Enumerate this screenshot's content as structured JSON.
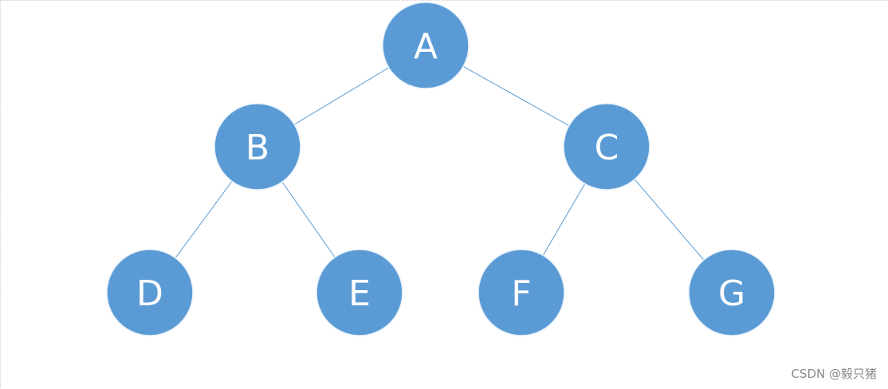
{
  "tree": {
    "nodes": [
      {
        "id": "A",
        "label": "A"
      },
      {
        "id": "B",
        "label": "B"
      },
      {
        "id": "C",
        "label": "C"
      },
      {
        "id": "D",
        "label": "D"
      },
      {
        "id": "E",
        "label": "E"
      },
      {
        "id": "F",
        "label": "F"
      },
      {
        "id": "G",
        "label": "G"
      }
    ],
    "edges": [
      {
        "from": "A",
        "to": "B"
      },
      {
        "from": "A",
        "to": "C"
      },
      {
        "from": "B",
        "to": "D"
      },
      {
        "from": "B",
        "to": "E"
      },
      {
        "from": "C",
        "to": "F"
      },
      {
        "from": "C",
        "to": "G"
      }
    ],
    "colors": {
      "node_fill": "#5b9bd5",
      "node_stroke": "#e8f1fb",
      "edge": "#5b9bd5",
      "label": "#ffffff"
    }
  },
  "watermark": {
    "text": "CSDN @毅只猪"
  }
}
